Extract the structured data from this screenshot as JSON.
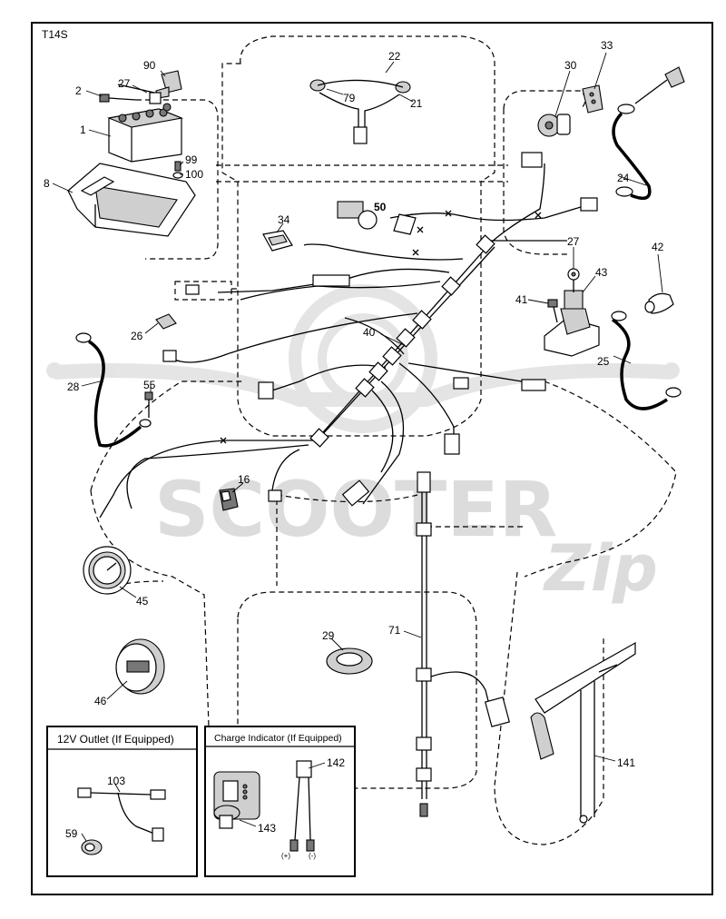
{
  "diagram_code": "T14S",
  "watermark": "SCOOTER",
  "watermark_script": "Zip",
  "parts": [
    "90",
    "2",
    "27",
    "1",
    "8",
    "99",
    "100",
    "22",
    "79",
    "21",
    "30",
    "33",
    "24",
    "34",
    "50",
    "27",
    "42",
    "43",
    "41",
    "25",
    "26",
    "40",
    "28",
    "55",
    "16",
    "45",
    "29",
    "71",
    "46",
    "141",
    "103",
    "59",
    "142",
    "143"
  ],
  "insets": {
    "outlet_title": "12V Outlet (If Equipped)",
    "charge_title": "Charge Indicator (If Equipped)",
    "plus": "(+)",
    "minus": "(-)"
  }
}
